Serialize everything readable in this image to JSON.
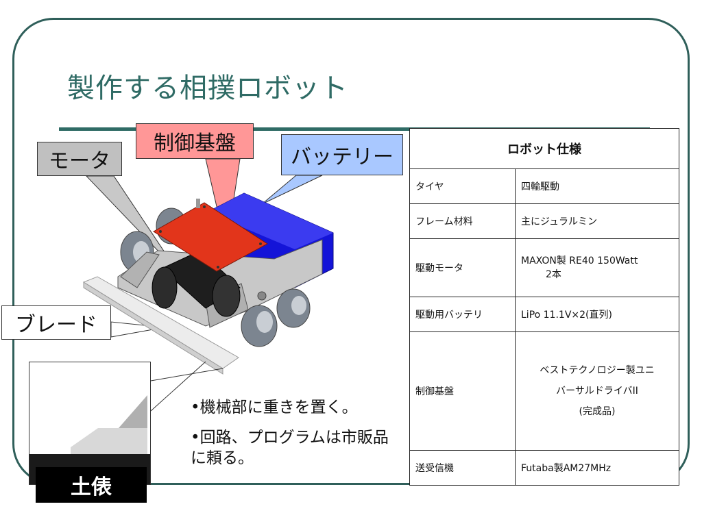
{
  "slide": {
    "title": "製作する相撲ロボット"
  },
  "callouts": {
    "motor": "モータ",
    "board": "制御基盤",
    "battery": "バッテリー",
    "blade": "ブレード",
    "dohyo": "土俵"
  },
  "bullets": [
    "•機械部に重きを置く。",
    "•回路、プログラムは市販品に頼る。"
  ],
  "spec_table": {
    "header": "ロボット仕様",
    "rows": [
      {
        "key": "タイヤ",
        "value": "四輪駆動"
      },
      {
        "key": "フレーム材料",
        "value": "主にジュラルミン"
      },
      {
        "key": "駆動モータ",
        "value": "MAXON製 RE40 150Watt",
        "value2": "2本"
      },
      {
        "key": "駆動用バッテリ",
        "value": "LiPo 11.1V×2(直列)"
      },
      {
        "key": "制御基盤",
        "value": "ベストテクノロジー製ユニ",
        "value2": "バーサルドライバII",
        "value3": "(完成品)"
      },
      {
        "key": "送受信機",
        "value": "Futaba製AM27MHz"
      }
    ]
  },
  "colors": {
    "theme": "#2f6b65",
    "board": "#e2351b",
    "battery": "#1414d8",
    "motor": "#1e1e1e",
    "frame_gray": "#c8c8c8"
  }
}
